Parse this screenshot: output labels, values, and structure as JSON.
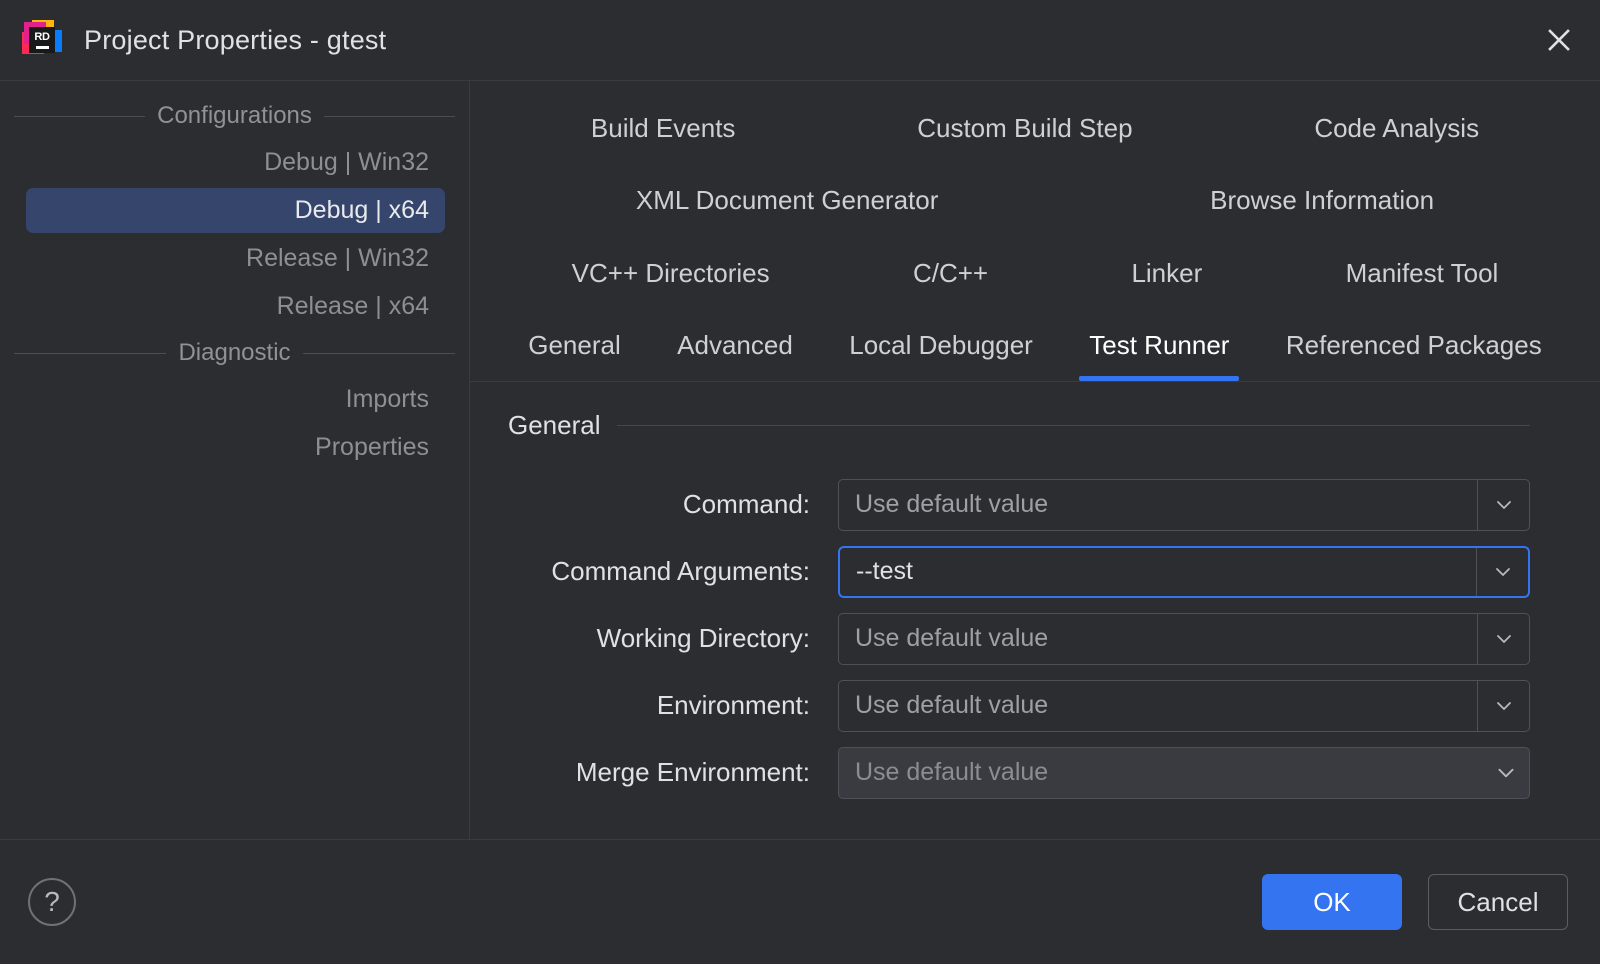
{
  "window": {
    "title": "Project Properties - gtest",
    "app_icon": "rider-logo-icon",
    "close_icon": "close-icon",
    "accent_color": "#3574F0",
    "background_color": "#2b2d30"
  },
  "sidebar": {
    "sections": [
      {
        "label": "Configurations",
        "items": [
          {
            "label": "Debug | Win32",
            "selected": false
          },
          {
            "label": "Debug | x64",
            "selected": true
          },
          {
            "label": "Release | Win32",
            "selected": false
          },
          {
            "label": "Release | x64",
            "selected": false
          }
        ]
      },
      {
        "label": "Diagnostic",
        "items": [
          {
            "label": "Imports",
            "selected": false
          },
          {
            "label": "Properties",
            "selected": false
          }
        ]
      }
    ]
  },
  "tabs": {
    "rows": [
      [
        {
          "label": "Build Events",
          "active": false
        },
        {
          "label": "Custom Build Step",
          "active": false
        },
        {
          "label": "Code Analysis",
          "active": false
        }
      ],
      [
        {
          "label": "XML Document Generator",
          "active": false
        },
        {
          "label": "Browse Information",
          "active": false
        }
      ],
      [
        {
          "label": "VC++ Directories",
          "active": false
        },
        {
          "label": "C/C++",
          "active": false
        },
        {
          "label": "Linker",
          "active": false
        },
        {
          "label": "Manifest Tool",
          "active": false
        }
      ],
      [
        {
          "label": "General",
          "active": false
        },
        {
          "label": "Advanced",
          "active": false
        },
        {
          "label": "Local Debugger",
          "active": false
        },
        {
          "label": "Test Runner",
          "active": true
        },
        {
          "label": "Referenced Packages",
          "active": false
        }
      ]
    ]
  },
  "panel": {
    "group_title": "General",
    "fields": [
      {
        "label": "Command:",
        "value": "",
        "placeholder": "Use default value",
        "focused": false,
        "disabled": false,
        "dropdown_icon": "chevron-down-icon"
      },
      {
        "label": "Command Arguments:",
        "value": "--test",
        "placeholder": "Use default value",
        "focused": true,
        "disabled": false,
        "dropdown_icon": "chevron-down-icon"
      },
      {
        "label": "Working Directory:",
        "value": "",
        "placeholder": "Use default value",
        "focused": false,
        "disabled": false,
        "dropdown_icon": "chevron-down-icon"
      },
      {
        "label": "Environment:",
        "value": "",
        "placeholder": "Use default value",
        "focused": false,
        "disabled": false,
        "dropdown_icon": "chevron-down-icon"
      },
      {
        "label": "Merge Environment:",
        "value": "",
        "placeholder": "Use default value",
        "focused": false,
        "disabled": true,
        "dropdown_icon": "chevron-down-icon"
      }
    ]
  },
  "footer": {
    "help_label": "?",
    "help_icon": "help-circle-icon",
    "ok_label": "OK",
    "cancel_label": "Cancel"
  }
}
